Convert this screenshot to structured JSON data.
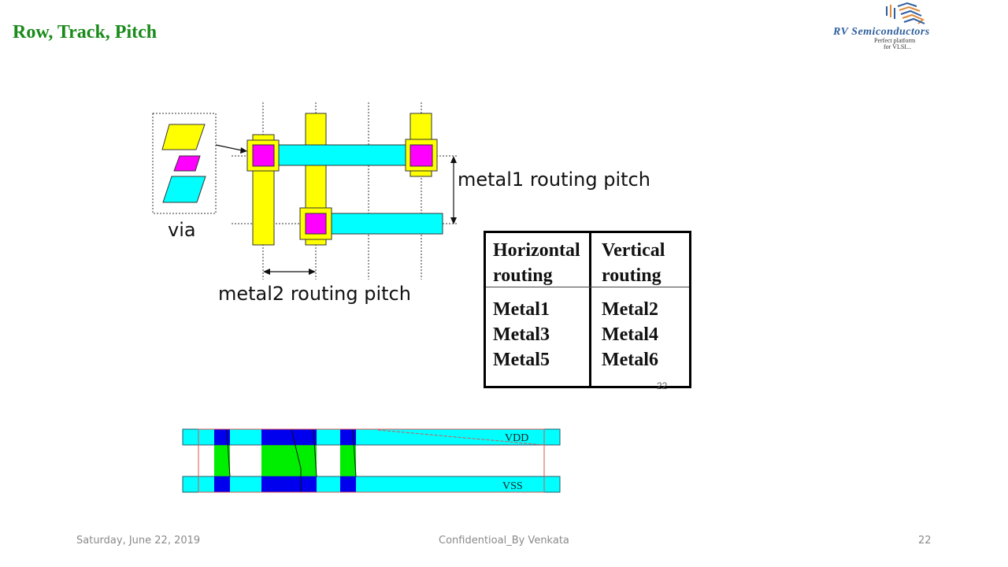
{
  "slide": {
    "title": "Row, Track, Pitch",
    "logo": {
      "name": "RV Semiconductors",
      "tagline_line1": "Perfect platform",
      "tagline_line2": "for VLSI...",
      "colors": {
        "blue": "#2f5f9c",
        "orange": "#e08a3c",
        "dark": "#333333"
      }
    }
  },
  "diagram": {
    "via_label": "via",
    "metal1_pitch_label": "metal1 routing pitch",
    "metal2_pitch_label": "metal2 routing pitch",
    "colors": {
      "metal2_yellow": "#ffff00",
      "via_magenta": "#ff00ff",
      "metal1_cyan": "#00ffff",
      "outline": "#333333"
    }
  },
  "routing_table": {
    "headers": [
      {
        "line1": "Horizontal",
        "line2": "routing"
      },
      {
        "line1": "Vertical",
        "line2": "routing"
      }
    ],
    "columns": [
      [
        "Metal1",
        "Metal3",
        "Metal5"
      ],
      [
        "Metal2",
        "Metal4",
        "Metal6"
      ]
    ],
    "page_number_overlay": "22"
  },
  "cell_row": {
    "top_rail_label": "VDD",
    "bottom_rail_label": "VSS",
    "colors": {
      "rail": "#00ffff",
      "pin": "#0000ee",
      "cell": "#00ee00",
      "boundary": "#e05050"
    }
  },
  "footer": {
    "date": "Saturday, June 22, 2019",
    "center": "Confidentioal_By Venkata",
    "page": "22"
  }
}
